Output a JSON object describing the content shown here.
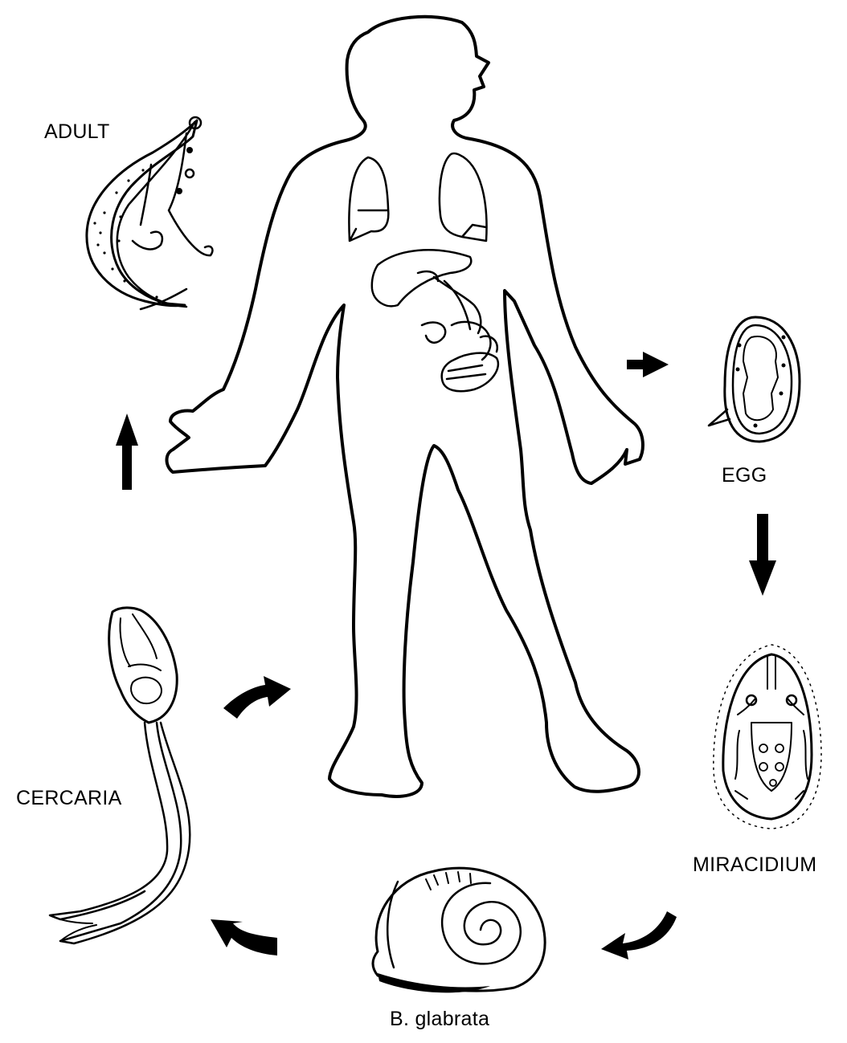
{
  "labels": {
    "adult": "ADULT",
    "egg": "EGG",
    "miracidium": "MIRACIDIUM",
    "snail": "B. glabrata",
    "cercaria": "CERCARIA"
  }
}
